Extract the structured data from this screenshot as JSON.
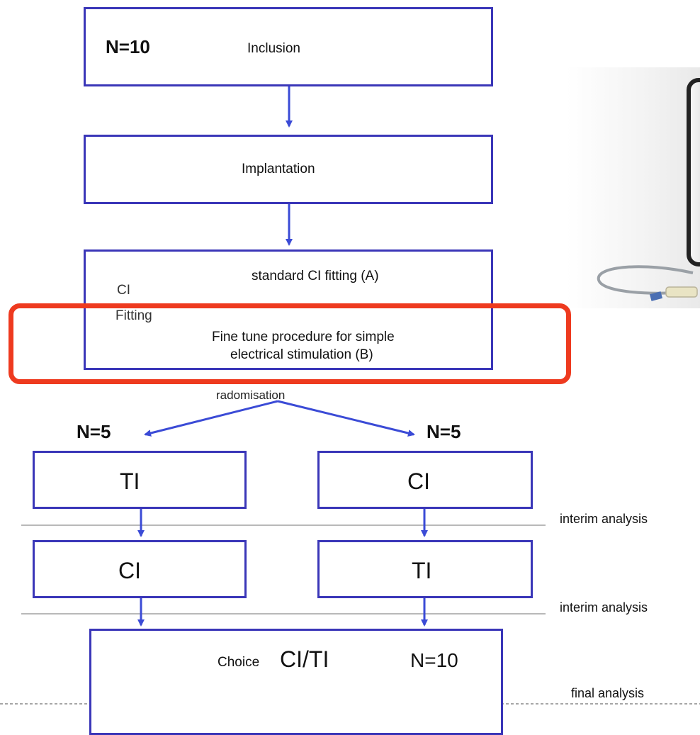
{
  "flow": {
    "inclusion": {
      "count": "N=10",
      "label": "Inclusion"
    },
    "implantation": {
      "label": "Implantation"
    },
    "fitting": {
      "side_label_1": "CI",
      "side_label_2": "Fitting",
      "option_a": "standard CI fitting (A)",
      "option_b_line1": "Fine tune procedure for simple",
      "option_b_line2": "electrical stimulation (B)"
    },
    "randomisation": "radomisation",
    "left_arm": {
      "count": "N=5",
      "first": "TI",
      "second": "CI"
    },
    "right_arm": {
      "count": "N=5",
      "first": "CI",
      "second": "TI"
    },
    "final_box": {
      "choice_label": "Choice",
      "choice_value": "CI/TI",
      "count": "N=10"
    }
  },
  "analysis_labels": [
    "interim analysis",
    "interim analysis",
    "final analysis"
  ],
  "highlight": {
    "color": "#ee3a1f",
    "target": "fine-tune-procedure"
  },
  "colors": {
    "box_border": "#3a36b8",
    "arrow": "#3b4bd6",
    "separator": "#b9b9b9",
    "highlight": "#ee3a1f"
  }
}
